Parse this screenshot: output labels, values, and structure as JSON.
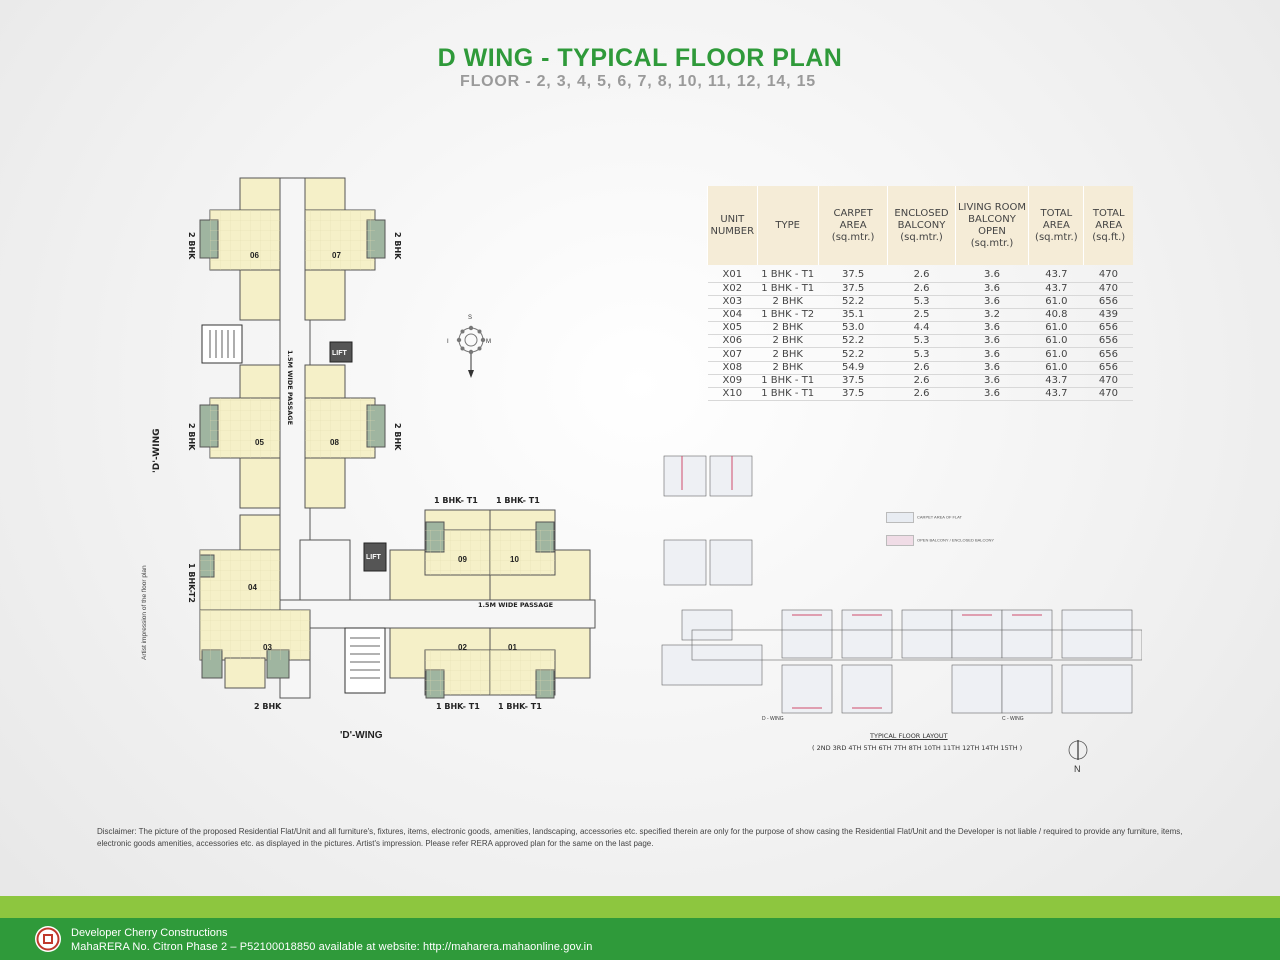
{
  "header": {
    "title": "D WING - TYPICAL FLOOR PLAN",
    "subtitle": "FLOOR - 2, 3, 4, 5, 6, 7, 8, 10, 11, 12, 14, 15"
  },
  "table": {
    "headers": [
      "UNIT NUMBER",
      "TYPE",
      "CARPET AREA (sq.mtr.)",
      "ENCLOSED BALCONY (sq.mtr.)",
      "LIVING ROOM BALCONY OPEN (sq.mtr.)",
      "TOTAL AREA (sq.mtr.)",
      "TOTAL AREA (sq.ft.)"
    ],
    "rows": [
      [
        "X01",
        "1 BHK - T1",
        "37.5",
        "2.6",
        "3.6",
        "43.7",
        "470"
      ],
      [
        "X02",
        "1 BHK - T1",
        "37.5",
        "2.6",
        "3.6",
        "43.7",
        "470"
      ],
      [
        "X03",
        "2 BHK",
        "52.2",
        "5.3",
        "3.6",
        "61.0",
        "656"
      ],
      [
        "X04",
        "1 BHK - T2",
        "35.1",
        "2.5",
        "3.2",
        "40.8",
        "439"
      ],
      [
        "X05",
        "2 BHK",
        "53.0",
        "4.4",
        "3.6",
        "61.0",
        "656"
      ],
      [
        "X06",
        "2 BHK",
        "52.2",
        "5.3",
        "3.6",
        "61.0",
        "656"
      ],
      [
        "X07",
        "2 BHK",
        "52.2",
        "5.3",
        "3.6",
        "61.0",
        "656"
      ],
      [
        "X08",
        "2 BHK",
        "54.9",
        "2.6",
        "3.6",
        "61.0",
        "656"
      ],
      [
        "X09",
        "1 BHK - T1",
        "37.5",
        "2.6",
        "3.6",
        "43.7",
        "470"
      ],
      [
        "X10",
        "1 BHK - T1",
        "37.5",
        "2.6",
        "3.6",
        "43.7",
        "470"
      ]
    ]
  },
  "floorplan": {
    "units": [
      "06",
      "07",
      "05",
      "08",
      "04",
      "03",
      "09",
      "10",
      "02",
      "01"
    ],
    "labels": {
      "l06": "2 BHK",
      "l07": "2 BHK",
      "l05": "2 BHK",
      "l08": "2 BHK",
      "l04": "1 BHK-T2",
      "l03": "2 BHK",
      "l09": "1 BHK- T1",
      "l10": "1 BHK- T1",
      "l02": "1 BHK- T1",
      "l01": "1 BHK- T1"
    },
    "lift": "LIFT",
    "passage_v": "1.5M WIDE PASSAGE",
    "passage_h": "1.5M WIDE PASSAGE",
    "wing_rot": "'D'-WING",
    "wing": "'D'-WING",
    "artist_note": "Artist impression of the floor plan",
    "compass": {
      "s": "S",
      "m": "M",
      "i": "I"
    }
  },
  "layout": {
    "legend_carpet": "CARPET AREA OF FLAT",
    "legend_balcony": "OPEN BALCONY / ENCLOSED BALCONY",
    "caption": "TYPICAL FLOOR LAYOUT",
    "floors": "( 2ND 3RD 4TH 5TH 6TH 7TH 8TH 10TH 11TH 12TH 14TH 15TH )",
    "d_wing": "D - WING",
    "c_wing": "C - WING",
    "north": "N"
  },
  "disclaimer": "Disclaimer: The picture of the proposed Residential Flat/Unit and all furniture's, fixtures, items, electronic goods, amenities, landscaping, accessories etc. specified therein are only for the purpose of show casing the Residential Flat/Unit and the Developer is not liable / required to provide any furniture, items, electronic goods amenities, accessories etc. as displayed in the pictures. Artist's impression. Please refer RERA approved plan for the same on the last page.",
  "footer": {
    "line1": "Developer Cherry Constructions",
    "line2": "MahaRERA No. Citron Phase 2 – P52100018850 available at website: http://maharera.mahaonline.gov.in"
  },
  "colors": {
    "title": "#2f9a3a",
    "subtitle": "#9a9a9a",
    "unit_fill": "#f5f0c8",
    "balcony_fill": "#9fb5a0",
    "table_header": "#f5ecd7",
    "footer_green": "#2f9a3a",
    "footer_lime": "#8dc63f"
  }
}
